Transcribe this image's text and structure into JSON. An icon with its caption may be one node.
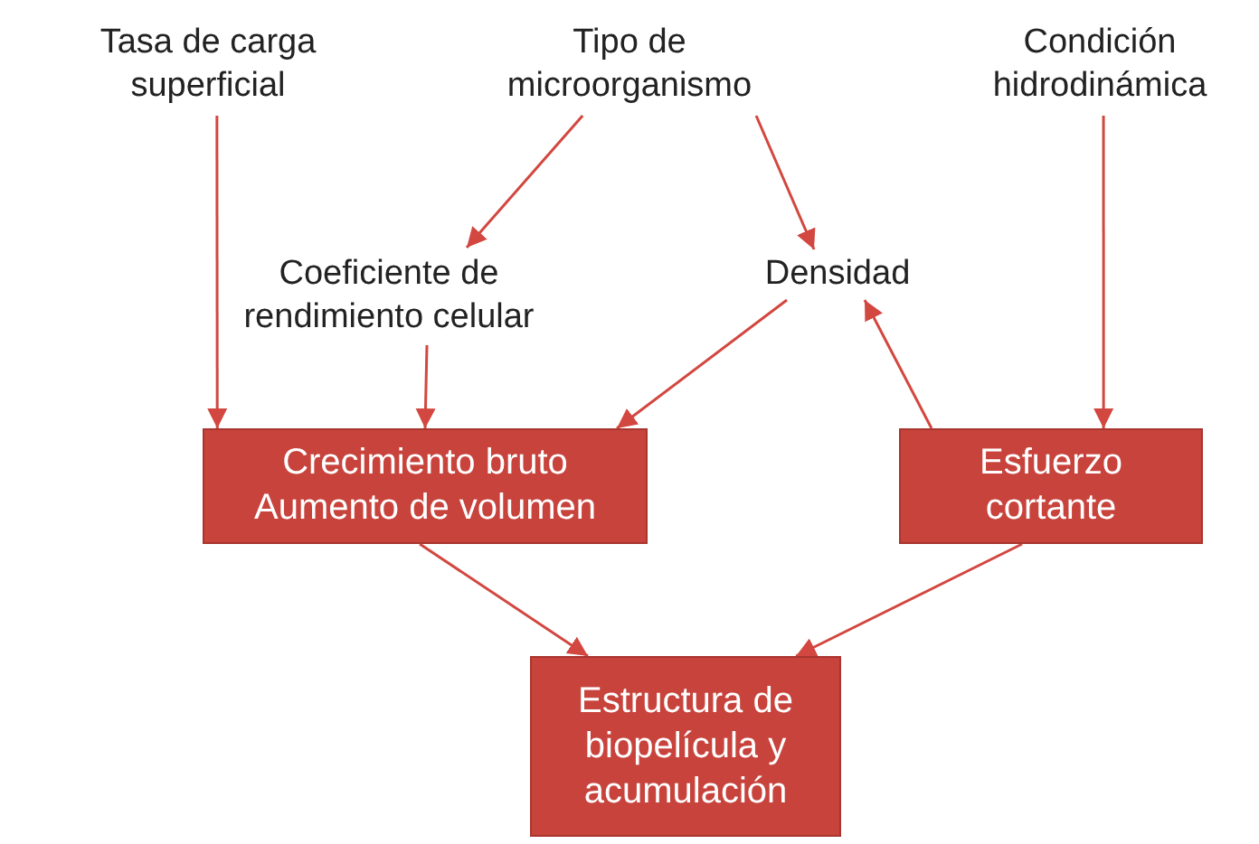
{
  "diagram": {
    "nodes": [
      {
        "text": [
          "Tasa de carga superficial"
        ]
      },
      {
        "text": [
          "Tipo de microorganismo"
        ]
      },
      {
        "text": [
          "Condición hidrodinámica"
        ]
      },
      {
        "text": [
          "Coeficiente de rendimiento celular"
        ]
      },
      {
        "text": [
          "Densidad"
        ]
      },
      {
        "text": [
          "Crecimiento bruto Aumento de volumen"
        ]
      },
      {
        "text": [
          "Esfuerzo cortante"
        ]
      },
      {
        "text": [
          "Estructura de biopelícula y acumulación"
        ]
      }
    ],
    "edges": [
      {
        "from": 0,
        "to": 5,
        "arrow": "to"
      },
      {
        "from": 1,
        "to": 3,
        "arrow": "to"
      },
      {
        "from": 1,
        "to": 4,
        "arrow": "to"
      },
      {
        "from": 2,
        "to": 6,
        "arrow": "to"
      },
      {
        "from": 3,
        "to": 5,
        "arrow": "to"
      },
      {
        "from": 4,
        "to": 5,
        "arrow": "to"
      },
      {
        "from": 6,
        "to": 4,
        "arrow": "to"
      },
      {
        "from": 5,
        "to": 7,
        "arrow": "to"
      },
      {
        "from": 6,
        "to": 7,
        "arrow": "to"
      }
    ]
  }
}
